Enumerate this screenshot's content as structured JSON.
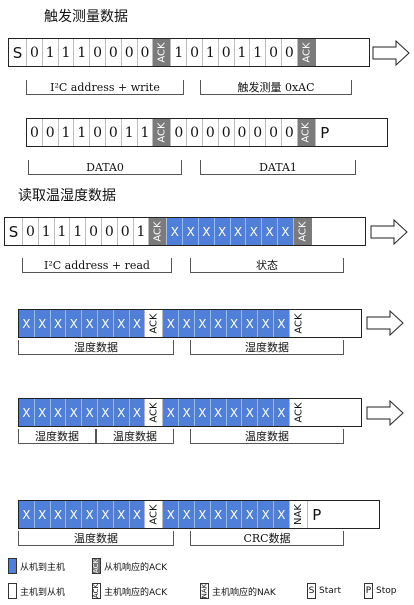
{
  "titles": {
    "trigger": "触发测量数据",
    "read": "读取温湿度数据"
  },
  "row1": {
    "start": "S",
    "bits_a": [
      "0",
      "1",
      "1",
      "1",
      "0",
      "0",
      "0",
      "0"
    ],
    "ack_a": "ACK",
    "bits_b": [
      "1",
      "0",
      "1",
      "0",
      "1",
      "1",
      "0",
      "0"
    ],
    "ack_b": "ACK",
    "label_a": "I²C address + write",
    "label_b": "触发测量 0xAC"
  },
  "row2": {
    "bits_a": [
      "0",
      "0",
      "1",
      "1",
      "0",
      "0",
      "1",
      "1"
    ],
    "ack_a": "ACK",
    "bits_b": [
      "0",
      "0",
      "0",
      "0",
      "0",
      "0",
      "0",
      "0"
    ],
    "ack_b": "ACK",
    "stop": "P",
    "label_a": "DATA0",
    "label_b": "DATA1"
  },
  "row3": {
    "start": "S",
    "bits_a": [
      "0",
      "1",
      "1",
      "1",
      "0",
      "0",
      "0",
      "1"
    ],
    "ack_a": "ACK",
    "bits_b": [
      "X",
      "X",
      "X",
      "X",
      "X",
      "X",
      "X",
      "X"
    ],
    "ack_b": "ACK",
    "label_a": "I²C address + read",
    "label_b": "状态"
  },
  "row4": {
    "bits_a": [
      "X",
      "X",
      "X",
      "X",
      "X",
      "X",
      "X",
      "X"
    ],
    "ack_a": "ACK",
    "bits_b": [
      "X",
      "X",
      "X",
      "X",
      "X",
      "X",
      "X",
      "X"
    ],
    "ack_b": "ACK",
    "label_a": "湿度数据",
    "label_b": "湿度数据"
  },
  "row5": {
    "bits_a": [
      "X",
      "X",
      "X",
      "X",
      "X",
      "X",
      "X",
      "X"
    ],
    "ack_a": "ACK",
    "bits_b": [
      "X",
      "X",
      "X",
      "X",
      "X",
      "X",
      "X",
      "X"
    ],
    "ack_b": "ACK",
    "label_a1": "湿度数据",
    "label_a2": "温度数据",
    "label_b": "温度数据"
  },
  "row6": {
    "bits_a": [
      "X",
      "X",
      "X",
      "X",
      "X",
      "X",
      "X",
      "X"
    ],
    "ack_a": "ACK",
    "bits_b": [
      "X",
      "X",
      "X",
      "X",
      "X",
      "X",
      "X",
      "X"
    ],
    "nak": "NAK",
    "stop": "P",
    "label_a": "温度数据",
    "label_b": "CRC数据"
  },
  "legend": {
    "slave_to_master": "从机到主机",
    "slave_ack": "从机响应的ACK",
    "slave_ack_swatch": "ACK",
    "master_to_slave": "主机到从机",
    "master_ack": "主机响应的ACK",
    "master_ack_swatch": "ACK",
    "master_nak": "主机响应的NAK",
    "master_nak_swatch": "NAK",
    "start_sym": "S",
    "start_label": "Start",
    "stop_sym": "P",
    "stop_label": "Stop"
  },
  "colors": {
    "blue": "#4f7fd8",
    "gray": "#7b7b7b"
  }
}
